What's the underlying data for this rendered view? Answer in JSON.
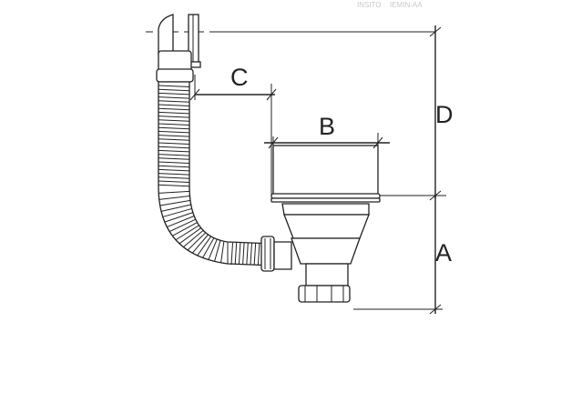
{
  "watermark": [
    "INSITO",
    "IEMIN-AA"
  ],
  "dimensions": {
    "a": "A",
    "b": "B",
    "c": "C",
    "d": "D"
  },
  "colors": {
    "line": "#222222",
    "background": "#ffffff"
  }
}
